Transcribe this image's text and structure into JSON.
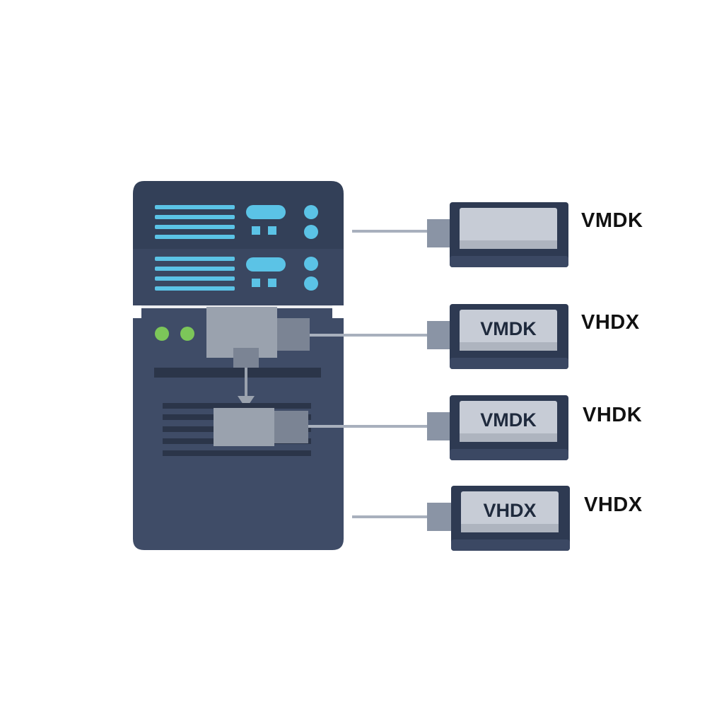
{
  "colors": {
    "server_body": "#3e4b66",
    "server_panel": "#2f3b54",
    "accent_blue": "#5bc3e6",
    "accent_green": "#7cc659",
    "connector_gray": "#8a94a5",
    "disk_body": "#2e3a52",
    "disk_face": "#c7ccd6",
    "cable": "#a8b0bd"
  },
  "icons": {
    "server": "server-rack-icon",
    "disk": "virtual-disk-icon"
  },
  "disks": [
    {
      "panel_label": "",
      "side_label": "VMDK"
    },
    {
      "panel_label": "VMDK",
      "side_label": "VHDX"
    },
    {
      "panel_label": "VMDK",
      "side_label": "VHDK"
    },
    {
      "panel_label": "VHDX",
      "side_label": "VHDX"
    }
  ]
}
